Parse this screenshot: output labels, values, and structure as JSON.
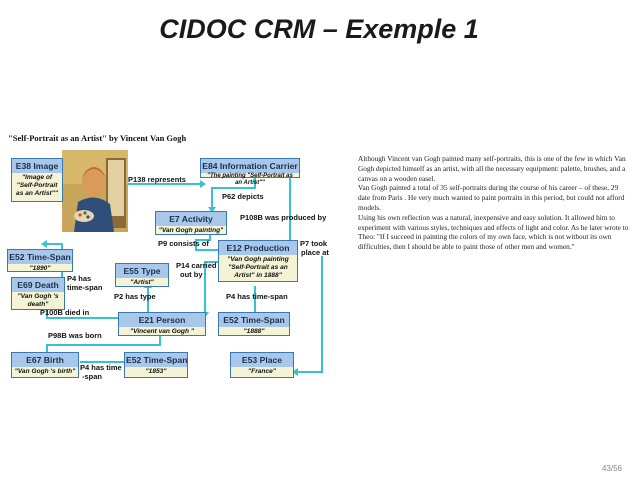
{
  "slide": {
    "title": "CIDOC CRM – Exemple 1",
    "page_number": "43/56"
  },
  "diagram": {
    "caption": "\"Self-Portrait as an Artist\" by Vincent Van Gogh",
    "nodes": {
      "e38": {
        "class": "E38 Image",
        "value": "\"Image of \"Self-Portrait as an Artist\"\""
      },
      "e84": {
        "class": "E84 Information Carrier",
        "value": "\"The painting \"Self-Portrait as an Artist\"\""
      },
      "e7": {
        "class": "E7 Activity",
        "value": "\"Van Gogh painting\""
      },
      "e12": {
        "class": "E12 Production",
        "value": "\"Van Gogh painting \"Self-Portrait as an Artist\" in 1888\""
      },
      "e52a": {
        "class": "E52 Time-Span",
        "value": "\"1890\""
      },
      "e69": {
        "class": "E69 Death",
        "value": "\"Van Gogh 's death\""
      },
      "e55": {
        "class": "E55 Type",
        "value": "\"Artist\""
      },
      "e21": {
        "class": "E21 Person",
        "value": "\"Vincent van Gogh \""
      },
      "e52b": {
        "class": "E52 Time-Span",
        "value": "\"1888\""
      },
      "e67": {
        "class": "E67 Birth",
        "value": "\"Van Gogh 's birth\""
      },
      "e52c": {
        "class": "E52 Time-Span",
        "value": "\"1853\""
      },
      "e53": {
        "class": "E53 Place",
        "value": "\"France\""
      }
    },
    "relations": {
      "p138": "P138 represents",
      "p62": "P62 depicts",
      "p108b": "P108B was produced by",
      "p9": "P9 consists of",
      "p7_line1": "P7 took",
      "p7_line2": "place at",
      "p14_line1": "P14 carried",
      "p14_line2": "out  by",
      "p4a_line1": "P4 has",
      "p4a_line2": "time-span",
      "p2": "P2 has type",
      "p100b": "P100B died in",
      "p98b": "P98B was born",
      "p4b": "P4 has time-span",
      "p4c_line1": "P4 has time",
      "p4c_line2": "-span"
    },
    "painting_icon": "self-portrait-painting"
  },
  "explanation": [
    "Although Vincent van Gogh painted many self-portraits, this is one of the few in which Van Gogh depicted himself as an artist, with all the necessary equipment: palette, brushes, and a canvas on a wooden easel.",
    "Van Gogh painted a total of 35 self-portraits during the course of his career – of these, 29 date from Paris . He very much wanted to paint portraits in this period, but could not afford models.",
    "Using his own reflection was a natural, inexpensive and easy solution. It allowed him to experiment with various styles, techniques and effects of light and color. As he later wrote to Theo: \"If I succeed in painting the colors of my own face, which is not without its own difficulties, then I should be able to paint those of other men and women.\""
  ],
  "colors": {
    "node_header": "#a9c7ea",
    "node_body": "#f4f3d6",
    "node_border": "#3a78b0",
    "connector": "#35c3cf"
  }
}
